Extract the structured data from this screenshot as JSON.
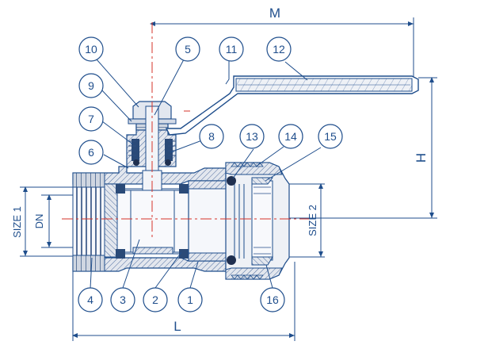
{
  "dimensions": {
    "overall_height": "M",
    "handle_height": "H",
    "body_length": "L",
    "nominal_diameter": "DN",
    "size_inlet": "SIZE 1",
    "size_outlet": "SIZE 2"
  },
  "callouts": [
    "1",
    "2",
    "3",
    "4",
    "5",
    "6",
    "7",
    "8",
    "9",
    "10",
    "11",
    "12",
    "13",
    "14",
    "15",
    "16"
  ],
  "colors": {
    "line": "#1f4e8c",
    "body_fill": "#dfe3ea",
    "hatch": "#3d5f95",
    "seal": "#2a4a78",
    "centerline": "#d6332a"
  }
}
